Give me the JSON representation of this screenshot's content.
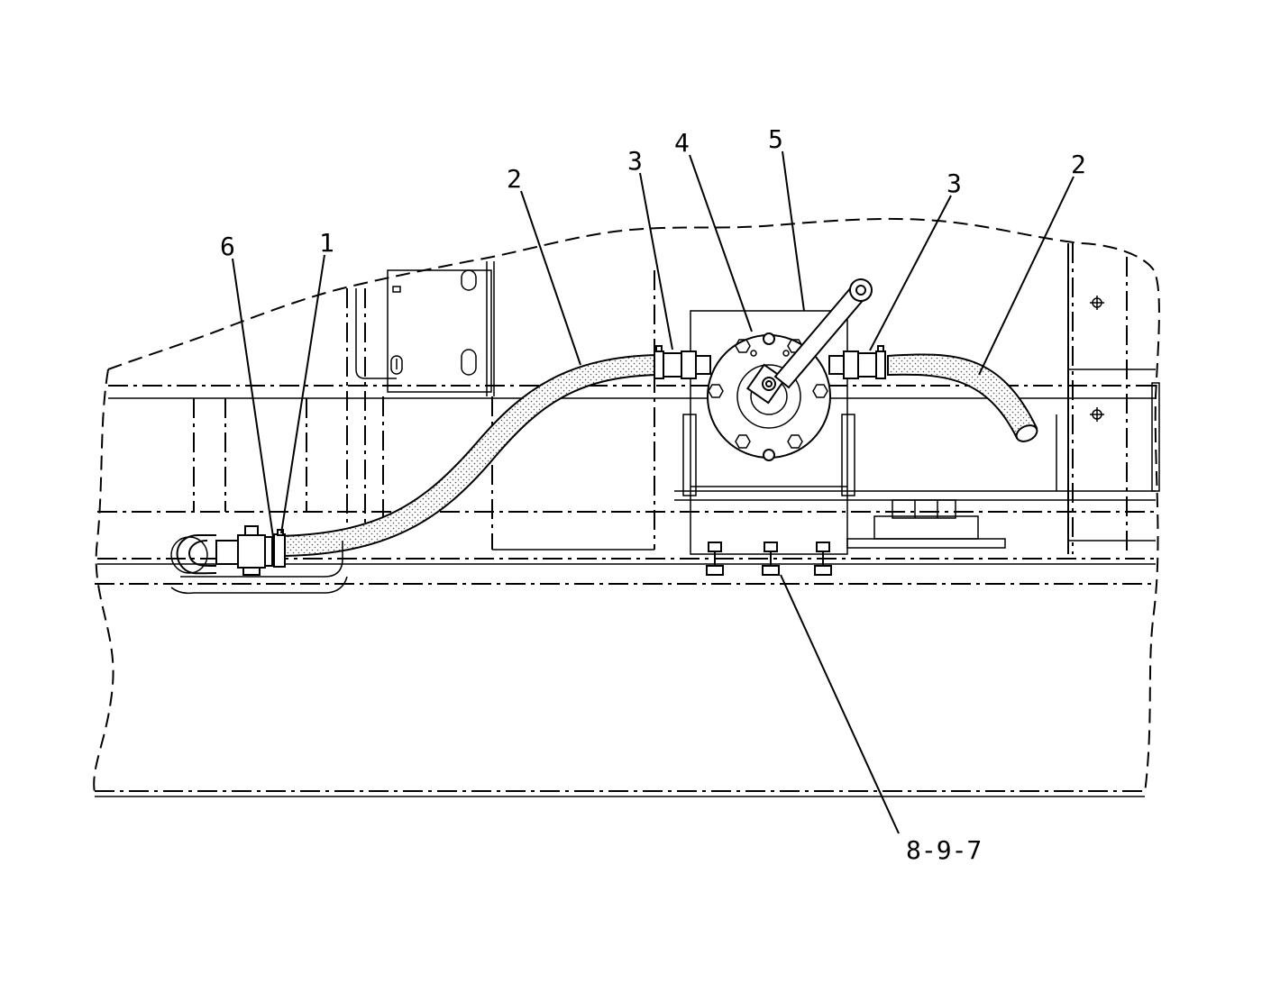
{
  "callouts": [
    {
      "id": "c-6",
      "label": "6"
    },
    {
      "id": "c-1",
      "label": "1"
    },
    {
      "id": "c-2a",
      "label": "2"
    },
    {
      "id": "c-3a",
      "label": "3"
    },
    {
      "id": "c-4",
      "label": "4"
    },
    {
      "id": "c-5",
      "label": "5"
    },
    {
      "id": "c-3b",
      "label": "3"
    },
    {
      "id": "c-2b",
      "label": "2"
    },
    {
      "id": "c-897",
      "label": "8-9-7"
    }
  ]
}
